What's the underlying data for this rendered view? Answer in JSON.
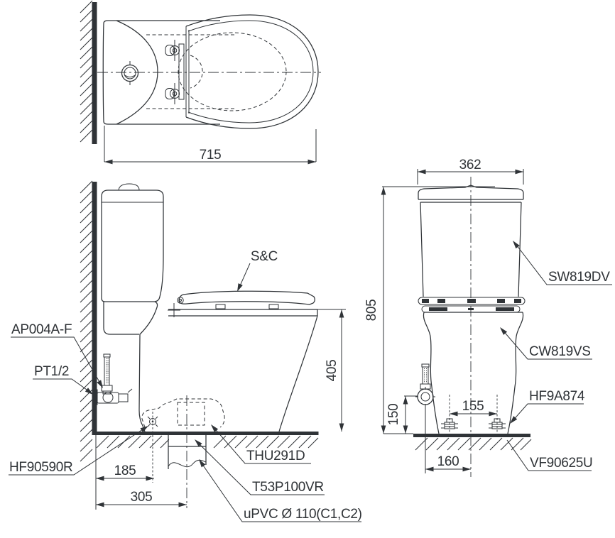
{
  "colors": {
    "ink": "#2f3337",
    "background": "#ffffff"
  },
  "plan_view": {
    "dim_depth": "715"
  },
  "side_view": {
    "label_seat_cover": "S&C",
    "label_angle_valve": "AP004A-F",
    "label_water_inlet": "PT1/2",
    "label_floor_flange": "HF90590R",
    "label_trap": "THU291D",
    "label_drain_socket": "T53P100VR",
    "label_drain_pipe": "uPVC Ø 110(C1,C2)",
    "dim_rim_height": "405",
    "dim_flange_offset": "185",
    "dim_outlet_offset": "305"
  },
  "front_view": {
    "label_tank": "SW819DV",
    "label_bowl": "CW819VS",
    "label_bolt": "HF9A874",
    "label_floor_joint": "VF90625U",
    "dim_tank_width": "362",
    "dim_total_height": "805",
    "dim_valve_height": "150",
    "dim_bolt_spacing": "155",
    "dim_valve_offset": "160"
  }
}
